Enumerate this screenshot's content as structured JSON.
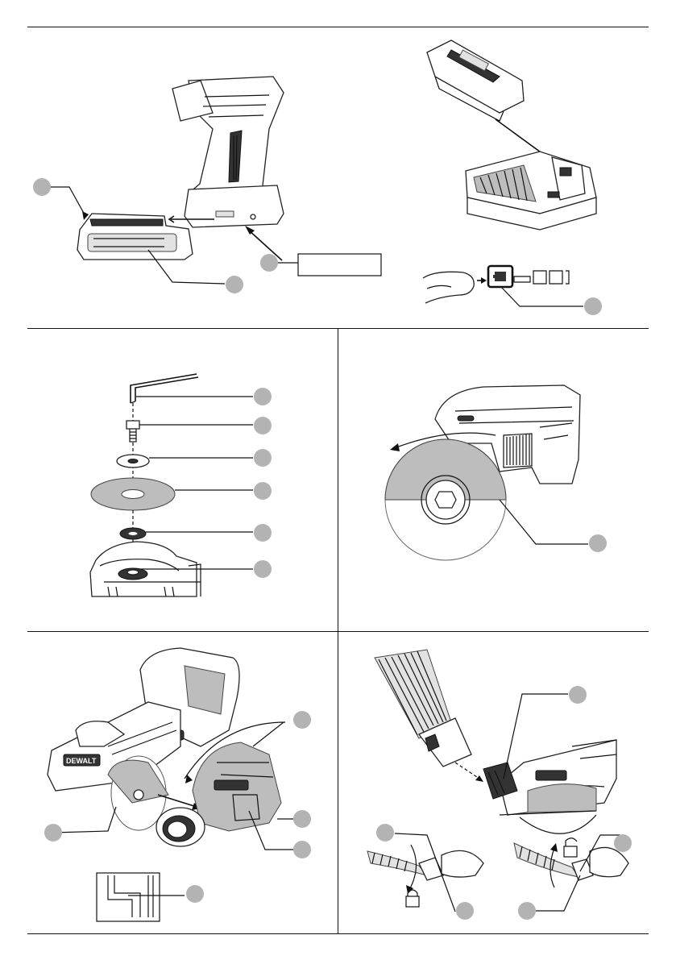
{
  "figures": [
    {
      "id": "battery-insert",
      "callouts": 3
    },
    {
      "id": "charger",
      "callouts": 1
    },
    {
      "id": "wheel-assembly",
      "callouts": 6
    },
    {
      "id": "wheel-guard",
      "callouts": 1
    },
    {
      "id": "guard-attachment",
      "callouts": 5
    },
    {
      "id": "dust-extraction",
      "callouts": 5
    }
  ],
  "badge_text": "DEWALT",
  "colors": {
    "line": "#111111",
    "callout": "#b3b3b3",
    "shade": "#bdbdbd"
  }
}
